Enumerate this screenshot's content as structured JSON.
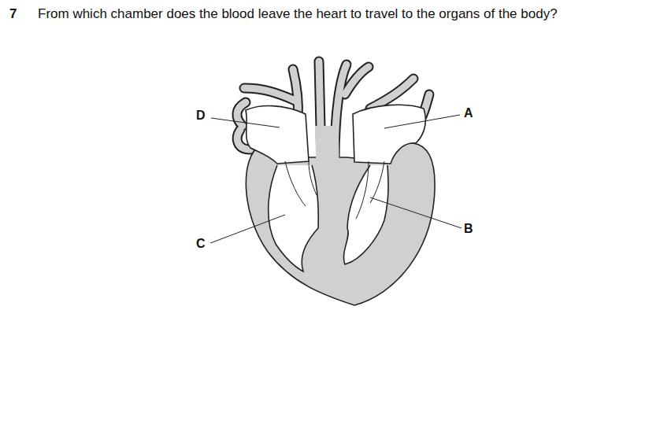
{
  "diagram": {
    "title": "From which chamber does the blood leave the heart to travel to the organs of the body?",
    "labels": [
      "7",
      "D",
      "A",
      "C",
      "B"
    ]
  }
}
